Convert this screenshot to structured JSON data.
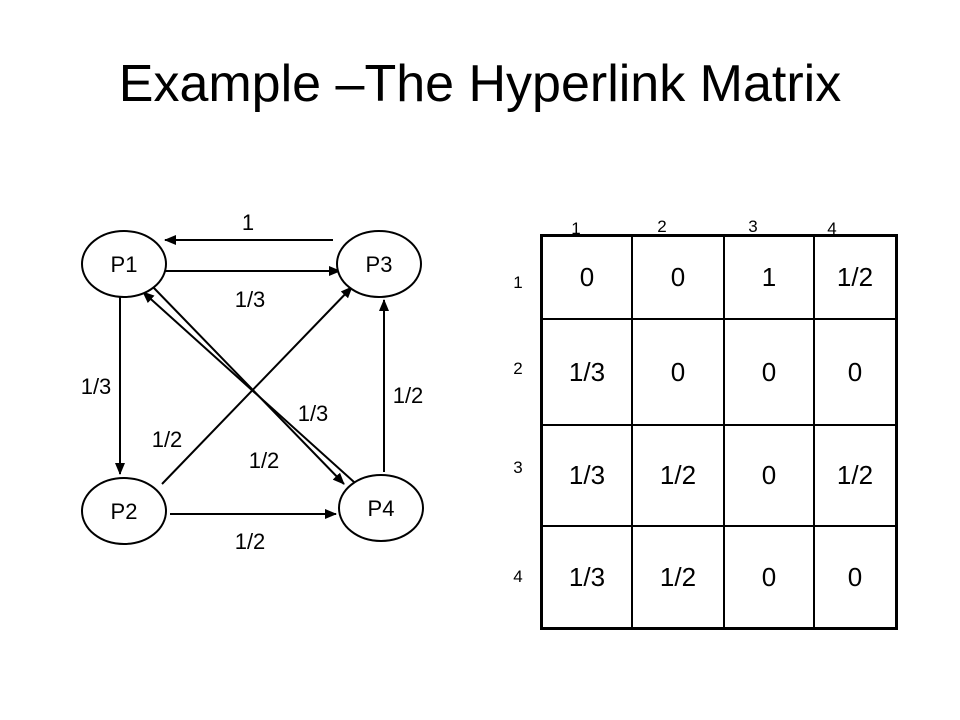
{
  "slide": {
    "title": "Example –The Hyperlink Matrix"
  },
  "graph": {
    "nodes": [
      {
        "id": "P1",
        "label": "P1"
      },
      {
        "id": "P2",
        "label": "P2"
      },
      {
        "id": "P3",
        "label": "P3"
      },
      {
        "id": "P4",
        "label": "P4"
      }
    ],
    "edges": [
      {
        "from": "P3",
        "to": "P1",
        "weight": "1"
      },
      {
        "from": "P1",
        "to": "P3",
        "weight": "1/3"
      },
      {
        "from": "P1",
        "to": "P2",
        "weight": "1/3"
      },
      {
        "from": "P1",
        "to": "P4",
        "weight": "1/3"
      },
      {
        "from": "P4",
        "to": "P1",
        "weight": "1/2"
      },
      {
        "from": "P2",
        "to": "P3",
        "weight": "1/2"
      },
      {
        "from": "P2",
        "to": "P4",
        "weight": "1/2"
      },
      {
        "from": "P4",
        "to": "P3",
        "weight": "1/2"
      }
    ]
  },
  "matrix": {
    "col_headers": [
      "1",
      "2",
      "3",
      "4"
    ],
    "row_headers": [
      "1",
      "2",
      "3",
      "4"
    ],
    "rows": [
      [
        "0",
        "0",
        "1",
        "1/2"
      ],
      [
        "1/3",
        "0",
        "0",
        "0"
      ],
      [
        "1/3",
        "1/2",
        "0",
        "1/2"
      ],
      [
        "1/3",
        "1/2",
        "0",
        "0"
      ]
    ]
  }
}
